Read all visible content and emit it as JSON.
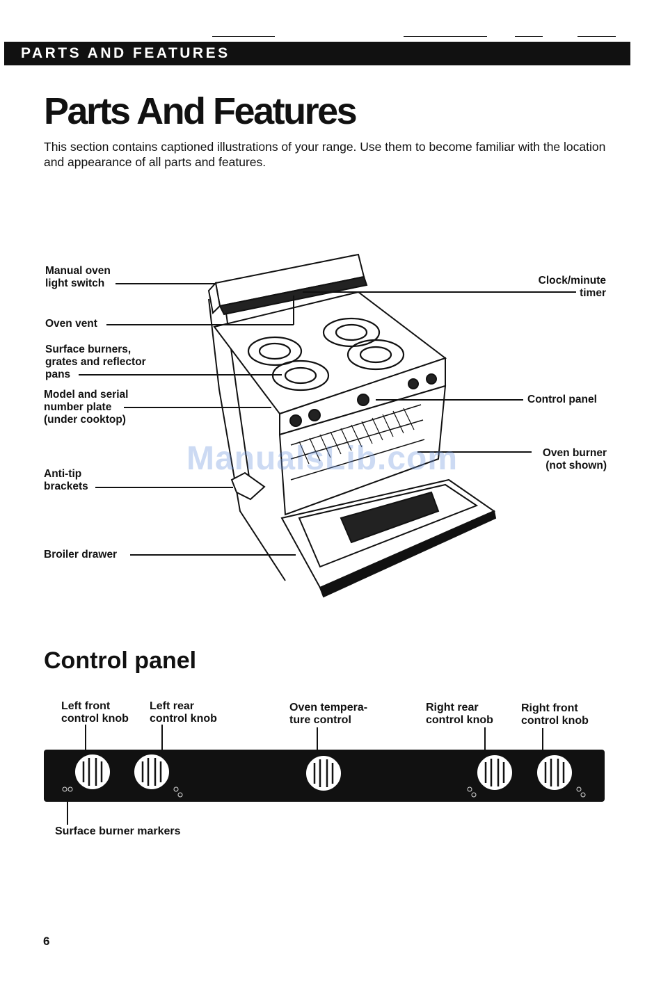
{
  "header": {
    "label": "PARTS AND FEATURES"
  },
  "title": "Parts And Features",
  "intro": "This section contains captioned illustrations of your range. Use them to become familiar with the location and appearance of all parts and features.",
  "range_labels": {
    "manual_oven_light_switch": [
      "Manual oven",
      "light switch"
    ],
    "oven_vent": [
      "Oven vent"
    ],
    "surface_burners": [
      "Surface burners,",
      "grates and reflector",
      "pans"
    ],
    "model_serial_plate": [
      "Model and serial",
      "number plate",
      "(under cooktop)"
    ],
    "anti_tip_brackets": [
      "Anti-tip",
      "brackets"
    ],
    "broiler_drawer": [
      "Broiler drawer"
    ],
    "clock_timer": [
      "Clock/minute",
      "timer"
    ],
    "control_panel": [
      "Control panel"
    ],
    "oven_burner": [
      "Oven burner",
      "(not shown)"
    ]
  },
  "watermark": "ManualsLib.com",
  "section_title": "Control panel",
  "control_panel_labels": {
    "left_front": [
      "Left front",
      "control knob"
    ],
    "left_rear": [
      "Left rear",
      "control knob"
    ],
    "oven_temp": [
      "Oven tempera-",
      "ture control"
    ],
    "right_rear": [
      "Right rear",
      "control knob"
    ],
    "right_front": [
      "Right front",
      "control knob"
    ],
    "surface_burner_markers": [
      "Surface burner markers"
    ]
  },
  "page_number": "6",
  "colors": {
    "ink": "#111111",
    "paper": "#ffffff",
    "watermark": "#6e96dc"
  }
}
